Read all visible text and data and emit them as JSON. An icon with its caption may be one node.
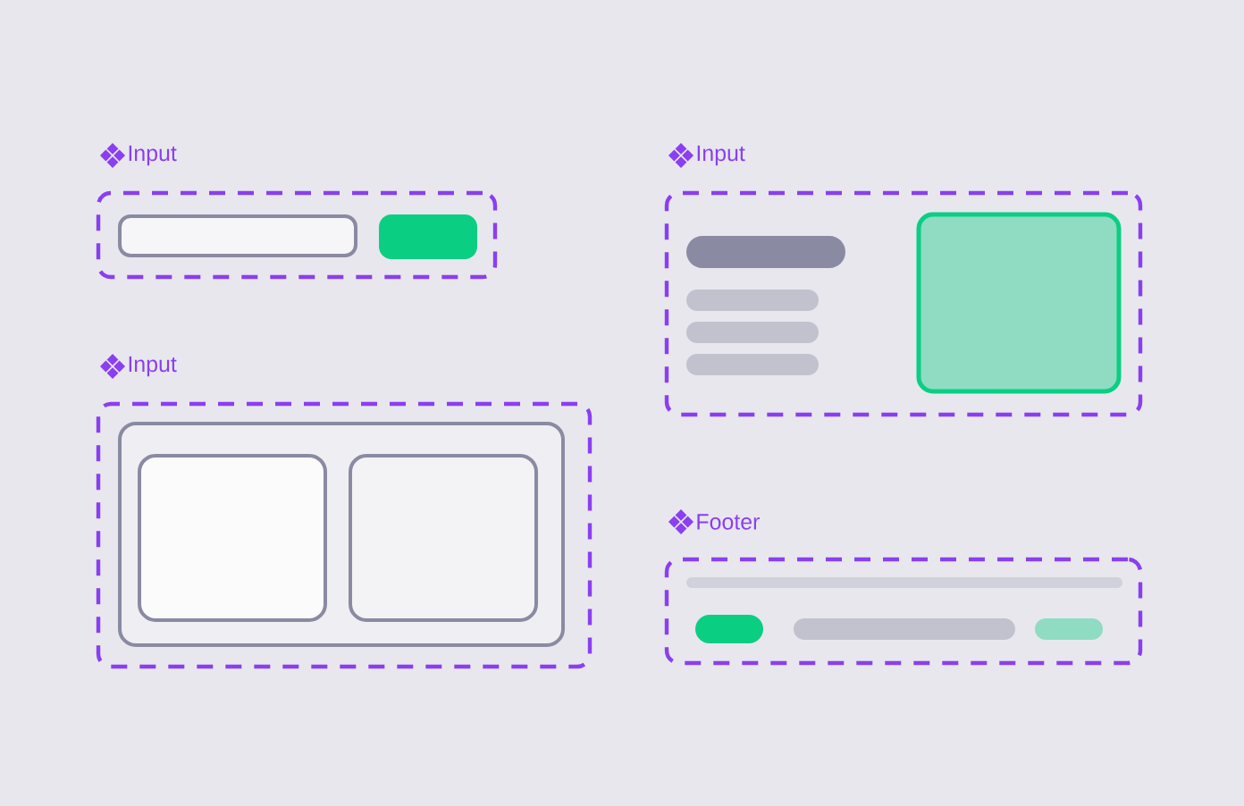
{
  "diagram": {
    "nodes": [
      {
        "text": [
          "Input"
        ]
      },
      {
        "text": [
          "Input"
        ]
      },
      {
        "text": [
          "Input"
        ]
      },
      {
        "text": [
          "Footer"
        ]
      }
    ]
  }
}
